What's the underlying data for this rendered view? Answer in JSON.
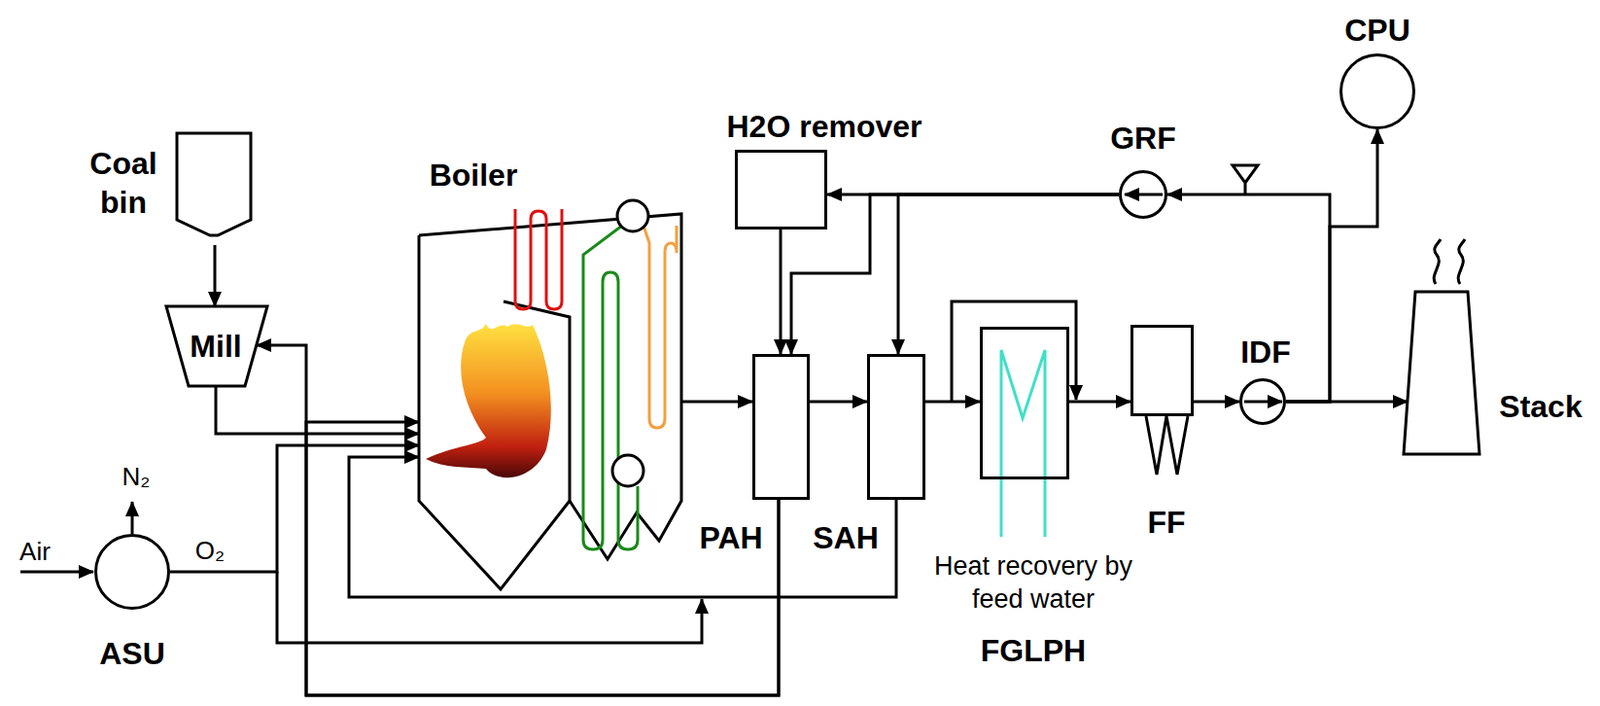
{
  "diagram": {
    "nodes": [
      {
        "text": [
          "Coal bin"
        ]
      },
      {
        "text": [
          "Mill"
        ]
      },
      {
        "text": [
          "Boiler"
        ]
      },
      {
        "text": [
          "H2O remover"
        ]
      },
      {
        "text": [
          "GRF"
        ]
      },
      {
        "text": [
          "CPU"
        ]
      },
      {
        "text": [
          "ASU"
        ]
      },
      {
        "text": [
          "PAH"
        ]
      },
      {
        "text": [
          "SAH"
        ]
      },
      {
        "text": [
          "Heat recovery by feed water",
          "FGLPH"
        ]
      },
      {
        "text": [
          "FF"
        ]
      },
      {
        "text": [
          "IDF"
        ]
      },
      {
        "text": [
          "Stack"
        ]
      }
    ],
    "edges": [
      {
        "from": 0,
        "to": 1,
        "arrow": "to"
      },
      {
        "from": 1,
        "to": 2,
        "arrow": "to"
      },
      {
        "from": 7,
        "to": 1,
        "arrow": "to"
      },
      {
        "from": 7,
        "to": 2,
        "arrow": "to"
      },
      {
        "from": 6,
        "to": 2,
        "arrow": "to"
      },
      {
        "from": 8,
        "to": 2,
        "arrow": "to"
      },
      {
        "from": 2,
        "to": 7,
        "arrow": "to"
      },
      {
        "from": 7,
        "to": 8,
        "arrow": "to"
      },
      {
        "from": 8,
        "to": 9,
        "arrow": "to"
      },
      {
        "from": 9,
        "to": 10,
        "arrow": "to"
      },
      {
        "from": 10,
        "to": 11,
        "arrow": "to"
      },
      {
        "from": 11,
        "to": 12,
        "arrow": "to"
      },
      {
        "from": 11,
        "to": 5,
        "arrow": "to"
      },
      {
        "from": 11,
        "to": 4,
        "arrow": "to"
      },
      {
        "from": 4,
        "to": 3,
        "arrow": "to"
      },
      {
        "from": 4,
        "to": 8,
        "arrow": "to"
      },
      {
        "from": 4,
        "to": 7,
        "arrow": "to"
      },
      {
        "from": 3,
        "to": 7,
        "arrow": "to"
      }
    ],
    "labels": [
      "Air",
      "N₂",
      "O₂"
    ]
  }
}
